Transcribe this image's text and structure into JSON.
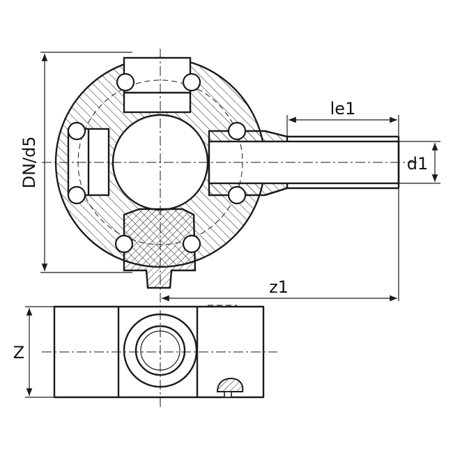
{
  "labels": {
    "dn_d5": "DN/d5",
    "le1": "le1",
    "d1": "d1",
    "z1": "z1",
    "z": "Z"
  }
}
